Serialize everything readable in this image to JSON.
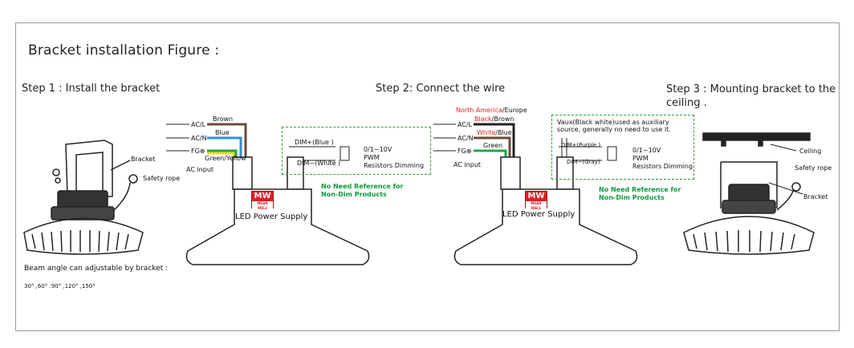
{
  "title": "Bracket installation Figure :",
  "steps": {
    "step1": "Step 1 :  Install the bracket",
    "step2": "Step 2: Connect the wire",
    "step3": "Step 3 : Mounting bracket to the ceiling ."
  },
  "step1": {
    "bracket_label": "Bracket",
    "safety_rope_label": "Safety rope",
    "beam_note": "Beam angle can adjustable by bracket :",
    "angles": "30° ,60° .90° ,120° ,150°"
  },
  "wiring1": {
    "terminals": [
      "AC/L",
      "AC/N",
      "FG⊕"
    ],
    "wire_colors": [
      "Brown",
      "Blue",
      "Green/Yellow"
    ],
    "ac_input": "AC input",
    "dim_plus": "DIM+(Blue )",
    "dim_minus": "DIM−(White )",
    "dim_desc": [
      "0/1−10V",
      "PWM",
      "Resistors Dimming"
    ],
    "psu_label": "LED Power Supply",
    "note": [
      "No Need Reference for",
      "Non-Dim Products"
    ]
  },
  "wiring2": {
    "region_na": "North America",
    "region_sep": "/Europe",
    "black": "Black",
    "black_sep": "/Brown",
    "white": "White",
    "white_sep": "/Blue",
    "green": "Green",
    "terminals": [
      "AC/L",
      "AC/N",
      "FG⊕"
    ],
    "ac_input": "AC input",
    "vaux_note": [
      "Vaux(Black white)used as auxiliary",
      "source, generally no need to use it."
    ],
    "dim_plus": "DIM+(Purple )",
    "dim_minus": "DIM−(Gray)",
    "dim_desc": [
      "0/1−10V",
      "PWM",
      "Resistors Dimming"
    ],
    "psu_label": "LED Power Supply",
    "note": [
      "No Need Reference for",
      "Non-Dim Products"
    ]
  },
  "step3": {
    "ceiling_label": "Ceiling",
    "safety_rope_label": "Safety rope",
    "bracket_label": "Bracket"
  },
  "logo": {
    "text": "MW",
    "sub": "MEAN WELL"
  },
  "colors": {
    "brown": "#6b4a3a",
    "blue": "#2f8fd8",
    "green": "#1aa84a",
    "yellow": "#e8dc2a",
    "dash": "#2e9e45",
    "red": "#e5251f"
  }
}
